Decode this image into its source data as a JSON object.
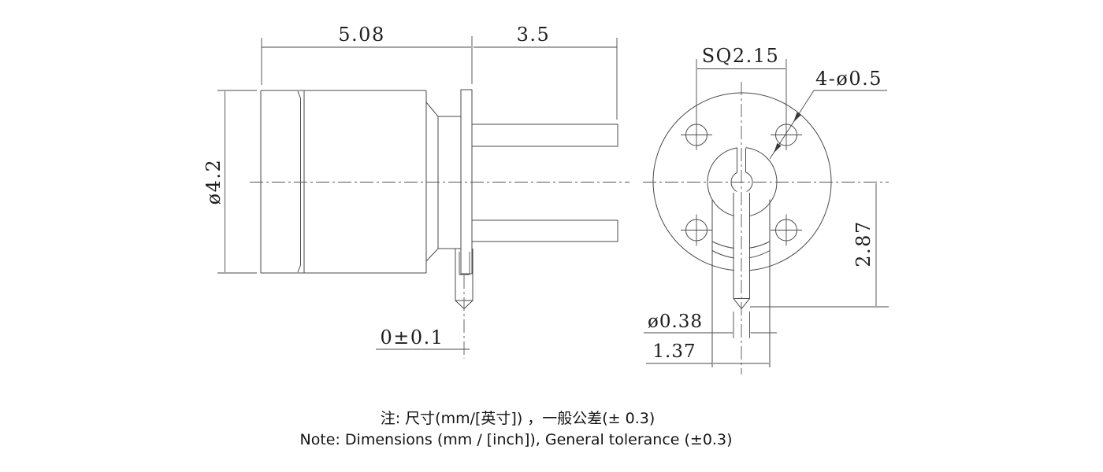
{
  "side_view": {
    "body_length": "5.08",
    "leg_length": "3.5",
    "body_diameter": "ø4.2",
    "pin_flush_tolerance": "0±0.1"
  },
  "front_view": {
    "hole_square_spacing": "SQ2.15",
    "mounting_holes": "4-ø0.5",
    "pin_extension": "2.87",
    "pin_diameter": "ø0.38",
    "leg_span": "1.37"
  },
  "notes": {
    "zh": "注: 尺寸(mm/[英寸]) ，一般公差(± 0.3)",
    "en": "Note: Dimensions (mm / [inch]), General tolerance (±0.3)"
  },
  "colors": {
    "line": "#4a4a4a",
    "text": "#1e1e1e",
    "background": "#ffffff"
  }
}
